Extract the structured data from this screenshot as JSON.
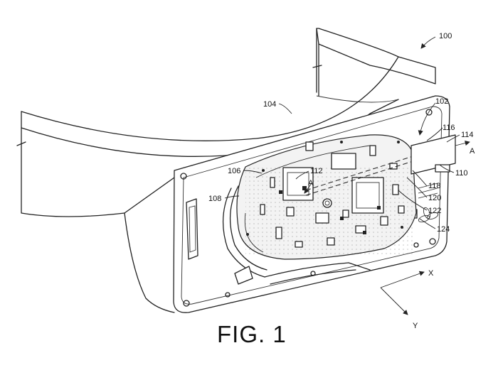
{
  "figure": {
    "caption": "FIG. 1",
    "reference_numerals": {
      "r100": "100",
      "r102": "102",
      "r104": "104",
      "r106": "106",
      "r108": "108",
      "r110": "110",
      "r112": "112",
      "r114": "114",
      "r116": "116",
      "r118": "118",
      "r120": "120",
      "r122": "122",
      "r124": "124"
    },
    "section_marks": {
      "a_left": "A",
      "a_right": "A"
    },
    "axes": {
      "x": "X",
      "y": "Y"
    }
  }
}
